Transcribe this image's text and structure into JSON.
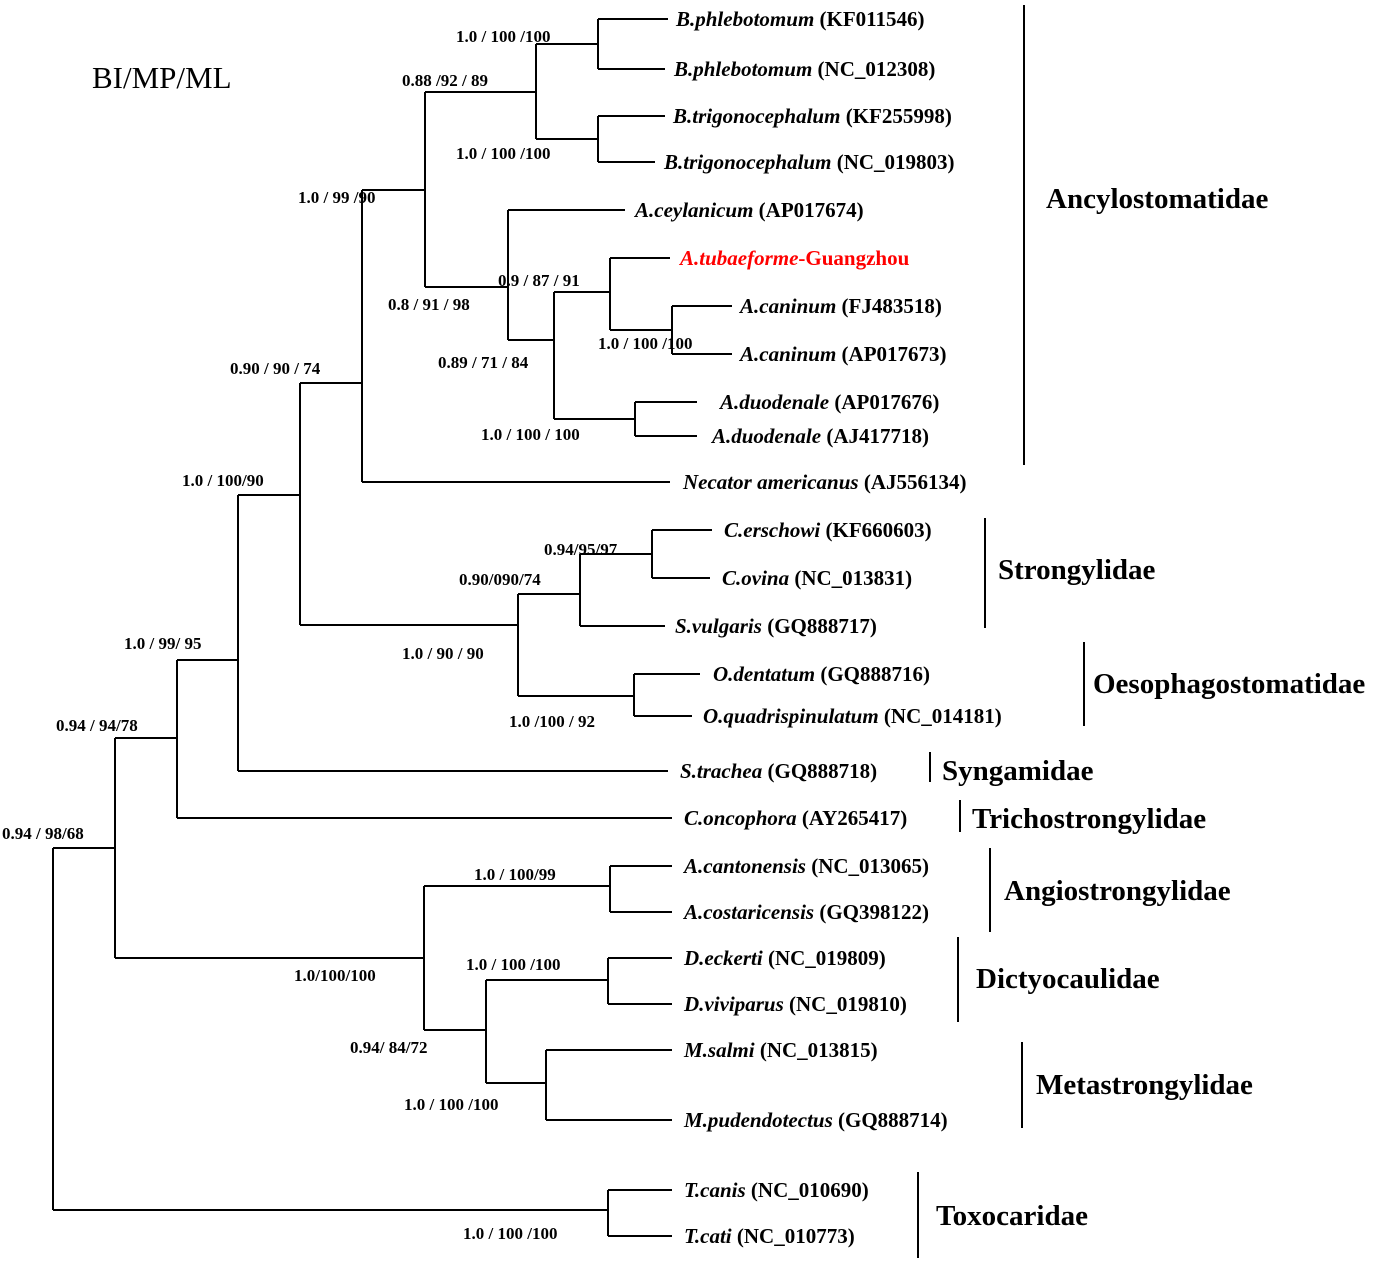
{
  "legend": "BI/MP/ML",
  "taxa": [
    {
      "species": "B.phlebotomum",
      "acc": " (KF011546)"
    },
    {
      "species": "B.phlebotomum",
      "acc": " (NC_012308)"
    },
    {
      "species": "B.trigonocephalum",
      "acc": " (KF255998)"
    },
    {
      "species": "B.trigonocephalum",
      "acc": " (NC_019803)"
    },
    {
      "species": "A.ceylanicum",
      "acc": " (AP017674)"
    },
    {
      "species": "A.tubaeforme",
      "acc": "-Guangzhou"
    },
    {
      "species": "A.caninum",
      "acc": " (FJ483518)"
    },
    {
      "species": "A.caninum",
      "acc": " (AP017673)"
    },
    {
      "species": "A.duodenale",
      "acc": " (AP017676)"
    },
    {
      "species": "A.duodenale",
      "acc": " (AJ417718)"
    },
    {
      "species": "Necator americanus",
      "acc": " (AJ556134)"
    },
    {
      "species": "C.erschowi",
      "acc": " (KF660603)"
    },
    {
      "species": "C.ovina",
      "acc": " (NC_013831)"
    },
    {
      "species": "S.vulgaris",
      "acc": " (GQ888717)"
    },
    {
      "species": "O.dentatum",
      "acc": " (GQ888716)"
    },
    {
      "species": "O.quadrispinulatum",
      "acc": " (NC_014181)"
    },
    {
      "species": "S.trachea",
      "acc": " (GQ888718)"
    },
    {
      "species": "C.oncophora",
      "acc": " (AY265417)"
    },
    {
      "species": "A.cantonensis",
      "acc": " (NC_013065)"
    },
    {
      "species": "A.costaricensis",
      "acc": " (GQ398122)"
    },
    {
      "species": "D.eckerti",
      "acc": " (NC_019809)"
    },
    {
      "species": "D.viviparus",
      "acc": " (NC_019810)"
    },
    {
      "species": "M.salmi",
      "acc": " (NC_013815)"
    },
    {
      "species": "M.pudendotectus",
      "acc": " (GQ888714)"
    },
    {
      "species": "T.canis",
      "acc": " (NC_010690)"
    },
    {
      "species": "T.cati",
      "acc": " (NC_010773)"
    }
  ],
  "highlight_color": "#ff0000",
  "families": [
    "Ancylostomatidae",
    "Strongylidae",
    "Oesophagostomatidae",
    "Syngamidae",
    "Trichostrongylidae",
    "Angiostrongylidae",
    "Dictyocaulidae",
    "Metastrongylidae",
    "Toxocaridae"
  ],
  "support": [
    "1.0 / 100 /100",
    "0.88 /92 / 89",
    "1.0 / 100 /100",
    "1.0 / 99 /90",
    "0.8 / 91 / 98",
    "0.9 / 87 / 91",
    "1.0 / 100 /100",
    "0.89 / 71 / 84",
    "1.0 / 100 / 100",
    "0.90 / 90 / 74",
    "1.0 / 100/90",
    "0.94/95/97",
    "0.90/090/74",
    "1.0 / 90 / 90",
    "1.0 /100 / 92",
    "1.0 / 99/ 95",
    "0.94 / 94/78",
    "0.94 / 98/68",
    "1.0 / 100/99",
    "1.0/100/100",
    "1.0 / 100 /100",
    "0.94/ 84/72",
    "1.0 / 100 /100",
    "1.0 / 100 /100"
  ]
}
